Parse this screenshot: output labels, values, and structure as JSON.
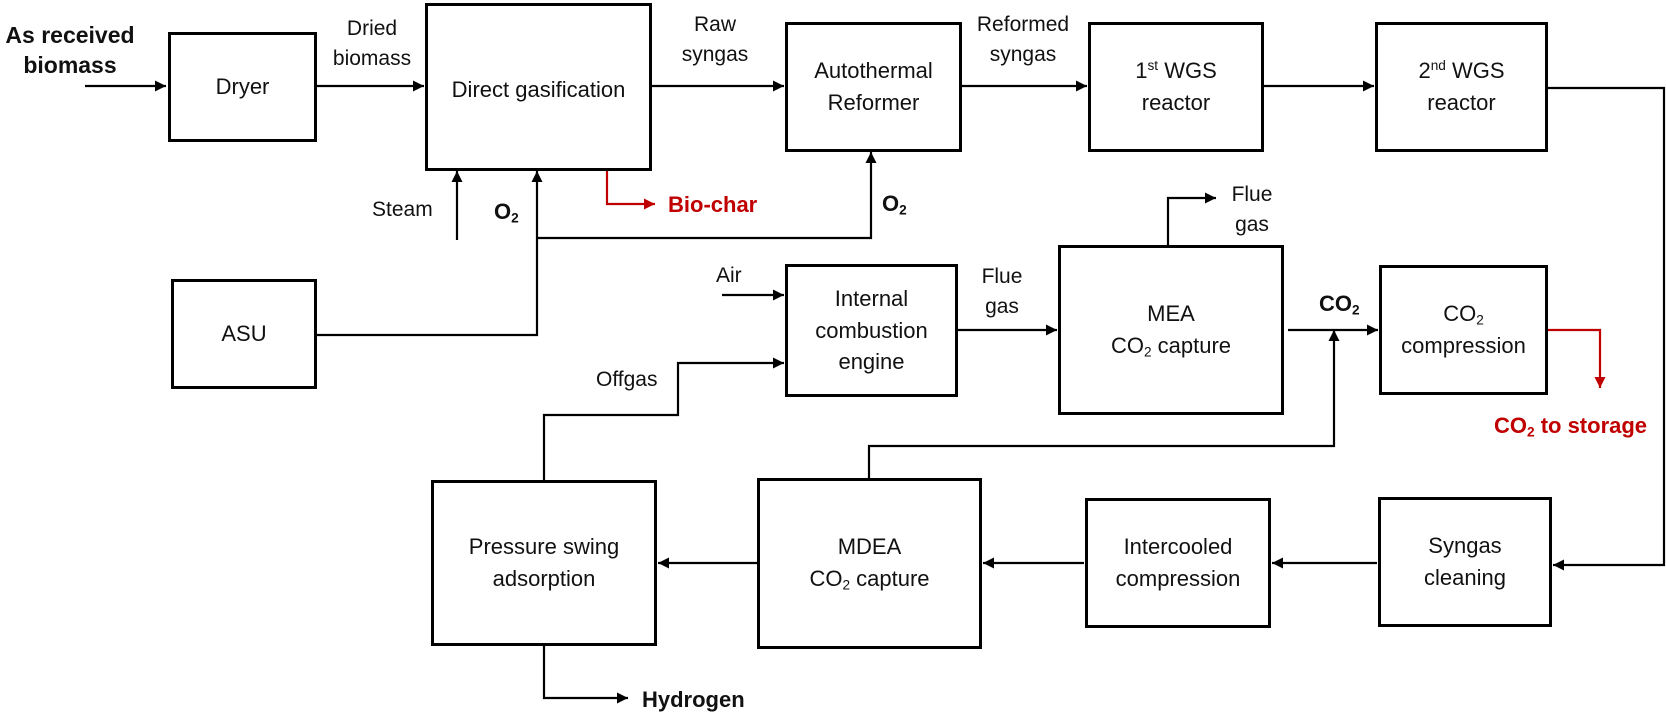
{
  "colors": {
    "line": "#000000",
    "highlight": "#c00000",
    "box_border": "#000000"
  },
  "boxes": {
    "dryer": {
      "label": "Dryer"
    },
    "gasifier": {
      "label": "Direct gasification"
    },
    "atr": {
      "line1": "Autothermal",
      "line2": "Reformer"
    },
    "wgs1": {
      "pre": "1",
      "sup": "st",
      "post": " WGS",
      "line2": "reactor"
    },
    "wgs2": {
      "pre": "2",
      "sup": "nd",
      "post": " WGS",
      "line2": "reactor"
    },
    "asu": {
      "label": "ASU"
    },
    "ice": {
      "line1": "Internal",
      "line2": "combustion",
      "line3": "engine"
    },
    "mea": {
      "line1": "MEA",
      "co": "CO",
      "sub": "2",
      "rest": " capture"
    },
    "co2comp": {
      "co": "CO",
      "sub": "2",
      "line2": "compression"
    },
    "psa": {
      "line1": "Pressure swing",
      "line2": "adsorption"
    },
    "mdea": {
      "line1": "MDEA",
      "co": "CO",
      "sub": "2",
      "rest": " capture"
    },
    "intercooled": {
      "line1": "Intercooled",
      "line2": "compression"
    },
    "cleaning": {
      "line1": "Syngas",
      "line2": "cleaning"
    }
  },
  "streams": {
    "as_received_l1": "As received",
    "as_received_l2": "biomass",
    "dried_l1": "Dried",
    "dried_l2": "biomass",
    "raw_l1": "Raw",
    "raw_l2": "syngas",
    "reformed_l1": "Reformed",
    "reformed_l2": "syngas",
    "steam": "Steam",
    "o2_o": "O",
    "o2_sub": "2",
    "biochar": "Bio-char",
    "flue_l1": "Flue",
    "flue_l2": "gas",
    "air": "Air",
    "flue2_l1": "Flue",
    "flue2_l2": "gas",
    "co2_co": "CO",
    "co2_sub": "2",
    "offgas": "Offgas",
    "co2_storage_co": "CO",
    "co2_storage_sub": "2",
    "co2_storage_rest": " to storage",
    "hydrogen": "Hydrogen"
  }
}
